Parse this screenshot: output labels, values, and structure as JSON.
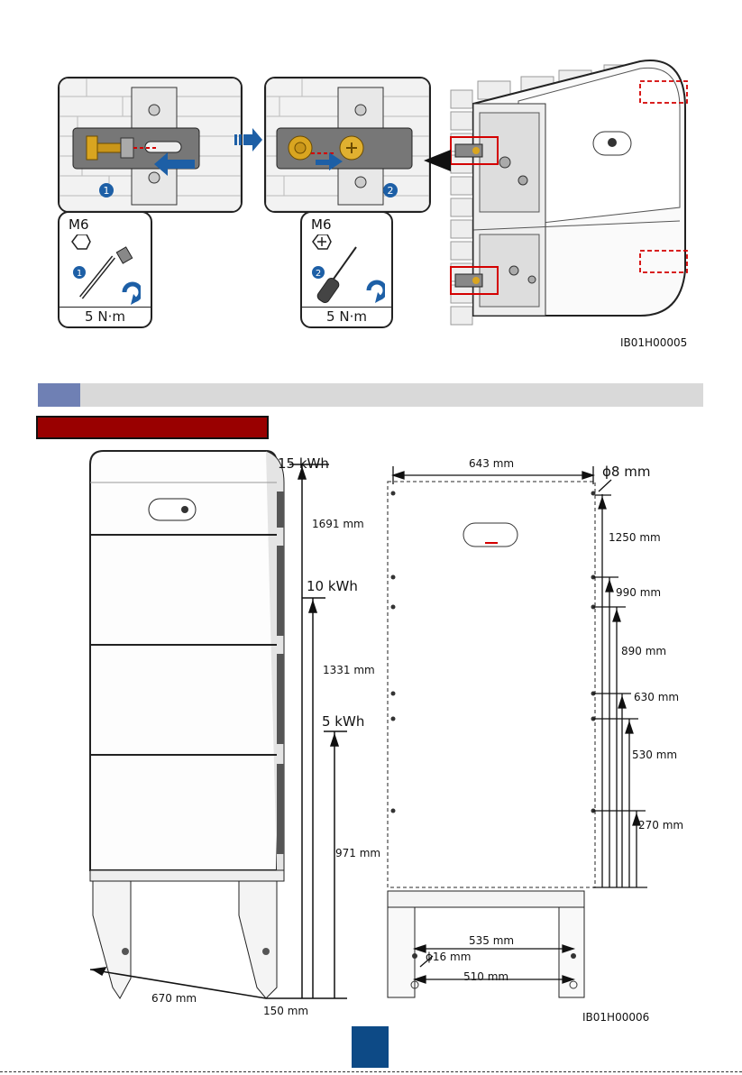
{
  "step1": {
    "size": "M6",
    "torque": "5 N·m"
  },
  "step2": {
    "size": "M6",
    "torque": "5 N·m"
  },
  "figure1_code": "IB01H00005",
  "heights": {
    "h15": "15 kWh",
    "h10": "10 kWh",
    "h5": "5 kWh",
    "d1691": "1691 mm",
    "d1331": "1331 mm",
    "d971": "971 mm",
    "d670": "670 mm",
    "d150": "150 mm"
  },
  "wall": {
    "w643": "643 mm",
    "phi8": "ϕ8 mm",
    "v1250": "1250 mm",
    "v990": "990 mm",
    "v890": "890 mm",
    "v630": "630 mm",
    "v530": "530 mm",
    "v270": "270 mm",
    "w535": "535 mm",
    "phi16": "ϕ16 mm",
    "w510": "510 mm"
  },
  "figure2_code": "IB01H00006",
  "colors": {
    "accent_blue": "#0d4a86",
    "section_bar": "#d9d9d9",
    "section_tab": "#6f80b4",
    "banner": "#990000",
    "highlight_red": "#d40000"
  }
}
